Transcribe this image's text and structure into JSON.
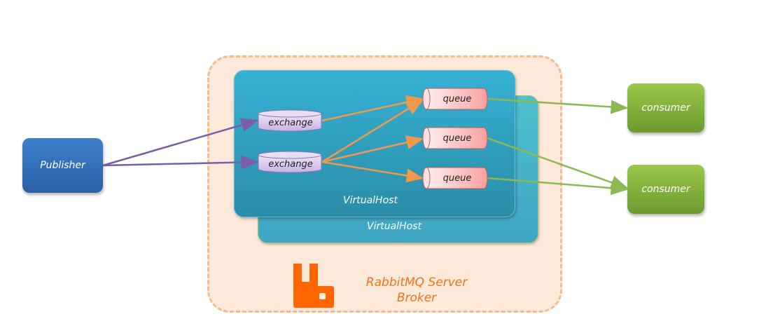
{
  "diagram": {
    "publisher": {
      "label": "Publisher"
    },
    "exchanges": [
      {
        "label": "exchange"
      },
      {
        "label": "exchange"
      }
    ],
    "queues": [
      {
        "label": "queue"
      },
      {
        "label": "queue"
      },
      {
        "label": "queue"
      }
    ],
    "consumers": [
      {
        "label": "consumer"
      },
      {
        "label": "consumer"
      }
    ],
    "virtual_hosts": [
      {
        "label": "VirtualHost"
      },
      {
        "label": "VirtualHost"
      }
    ],
    "broker": {
      "title_line1": "RabbitMQ Server",
      "title_line2": "Broker"
    },
    "colors": {
      "publisher": "#2f6cb8",
      "consumer": "#86b33d",
      "exchange": "#d9c8ec",
      "queue": "#fbb2b2",
      "publish_edge": "#7b5ea7",
      "bind_edge": "#f0994a",
      "consume_edge": "#8cba52",
      "broker_bg": "#fde9da",
      "broker_border": "#f8b989",
      "rabbitmq_orange": "#ff6600"
    },
    "edges": [
      {
        "from": "publisher",
        "to": "exchange-1",
        "type": "publish"
      },
      {
        "from": "publisher",
        "to": "exchange-2",
        "type": "publish"
      },
      {
        "from": "exchange-1",
        "to": "queue-1",
        "type": "bind"
      },
      {
        "from": "exchange-2",
        "to": "queue-1",
        "type": "bind"
      },
      {
        "from": "exchange-2",
        "to": "queue-2",
        "type": "bind"
      },
      {
        "from": "exchange-2",
        "to": "queue-3",
        "type": "bind"
      },
      {
        "from": "queue-1",
        "to": "consumer-1",
        "type": "consume"
      },
      {
        "from": "queue-2",
        "to": "consumer-2",
        "type": "consume"
      },
      {
        "from": "queue-3",
        "to": "consumer-2",
        "type": "consume"
      }
    ]
  }
}
